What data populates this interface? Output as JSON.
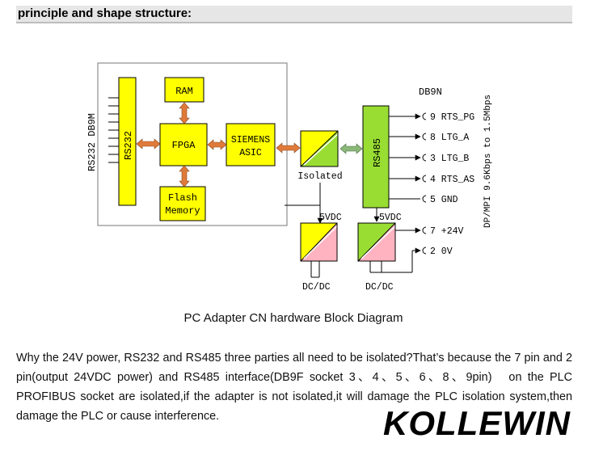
{
  "header": {
    "title": "principle and shape structure:"
  },
  "diagram": {
    "left_port": "RS232  DB9M",
    "blocks": {
      "rs232": "RS232",
      "ram": "RAM",
      "fpga": "FPGA",
      "asic_line1": "SIEMENS",
      "asic_line2": "ASIC",
      "flash_line1": "Flash",
      "flash_line2": "Memory",
      "isolated": "Isolated",
      "rs485": "RS485",
      "vdc_left": "5VDC",
      "vdc_right": "5VDC",
      "dcdc_left": "DC/DC",
      "dcdc_right": "DC/DC"
    },
    "connector_title": "DB9N",
    "pins": [
      {
        "label": "9  RTS_PG"
      },
      {
        "label": "8  LTG_A"
      },
      {
        "label": "3  LTG_B"
      },
      {
        "label": "4  RTS_AS"
      },
      {
        "label": "5  GND"
      },
      {
        "label": "7  +24V"
      },
      {
        "label": "2  0V"
      }
    ],
    "speed_label": "DP/MPI 9.6Kbps to 1.5Mbps",
    "colors": {
      "yellow": "#ffff00",
      "green": "#99dd33",
      "pink": "#ffb3c0",
      "arrow": "#e07a3a",
      "arrow_green": "#8ab878"
    }
  },
  "caption": "PC Adapter CN hardware Block Diagram",
  "paragraph": "Why the 24V power, RS232 and RS485 three parties all need to be isolated?That’s because the 7 pin and 2 pin(output 24VDC power) and RS485 interface(DB9F socket 3、4、5、6、8、9pin)　on the PLC PROFIBUS socket are isolated,if the adapter is not isolated,it will damage the PLC isolation system,then damage the PLC or cause interference.",
  "watermark": "KOLLEWIN"
}
